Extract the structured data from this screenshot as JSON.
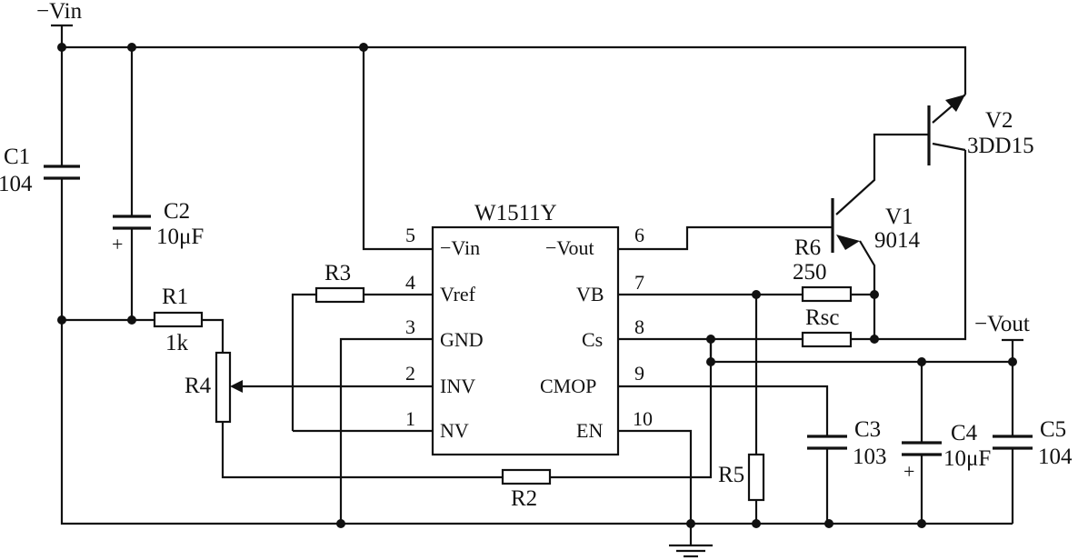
{
  "chip": {
    "name": "W1511Y",
    "left_pins": [
      {
        "num": "5",
        "name": "−Vin"
      },
      {
        "num": "4",
        "name": "Vref"
      },
      {
        "num": "3",
        "name": "GND"
      },
      {
        "num": "2",
        "name": "INV"
      },
      {
        "num": "1",
        "name": "NV"
      }
    ],
    "right_pins": [
      {
        "num": "6",
        "name": "−Vout"
      },
      {
        "num": "7",
        "name": "VB"
      },
      {
        "num": "8",
        "name": "Cs"
      },
      {
        "num": "9",
        "name": "CMOP"
      },
      {
        "num": "10",
        "name": "EN"
      }
    ]
  },
  "terminals": {
    "vin": "−Vin",
    "vout": "−Vout"
  },
  "components": {
    "c1": {
      "ref": "C1",
      "value": "104"
    },
    "c2": {
      "ref": "C2",
      "value": "10μF",
      "polarity": "+"
    },
    "r1": {
      "ref": "R1",
      "value": "1k"
    },
    "r2": {
      "ref": "R2"
    },
    "r3": {
      "ref": "R3"
    },
    "r4": {
      "ref": "R4"
    },
    "r5": {
      "ref": "R5"
    },
    "r6": {
      "ref": "R6",
      "value": "250"
    },
    "rsc": {
      "ref": "Rsc"
    },
    "c3": {
      "ref": "C3",
      "value": "103"
    },
    "c4": {
      "ref": "C4",
      "value": "10μF",
      "polarity": "+"
    },
    "c5": {
      "ref": "C5",
      "value": "104"
    },
    "v1": {
      "ref": "V1",
      "value": "9014"
    },
    "v2": {
      "ref": "V2",
      "value": "3DD15"
    }
  }
}
